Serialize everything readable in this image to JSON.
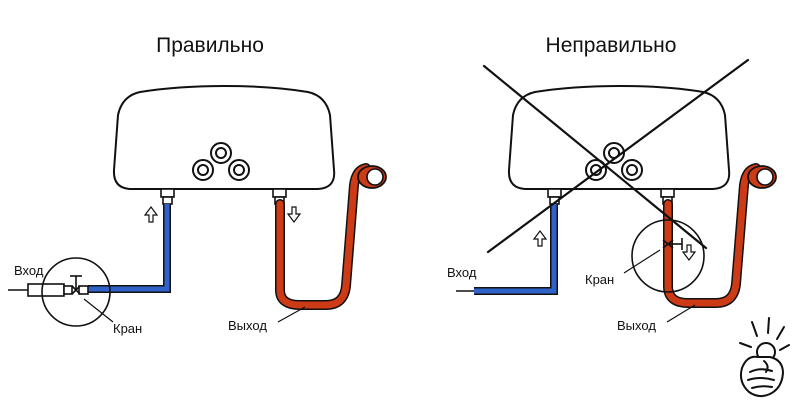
{
  "left": {
    "heading": "Правильно",
    "inlet_label": "Вход",
    "valve_label": "Кран",
    "outlet_label": "Выход"
  },
  "right": {
    "heading": "Неправильно",
    "inlet_label": "Вход",
    "valve_label": "Кран",
    "outlet_label": "Выход"
  },
  "colors": {
    "cold_pipe": "#2f63c9",
    "hot_hose": "#cc3a16",
    "outline": "#111111"
  }
}
